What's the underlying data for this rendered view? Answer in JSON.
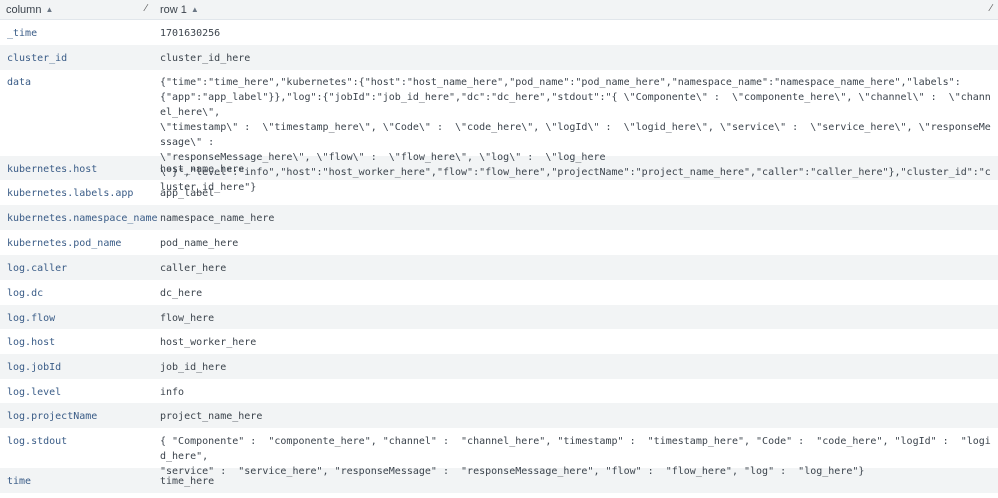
{
  "header": {
    "column_label": "column",
    "row_label": "row 1",
    "sort_icon": "sort-icon",
    "resize_icon": "resize-icon"
  },
  "rows": [
    {
      "key": "_time",
      "value": "1701630256"
    },
    {
      "key": "cluster_id",
      "value": "cluster_id_here"
    },
    {
      "key": "data",
      "value": "{\"time\":\"time_here\",\"kubernetes\":{\"host\":\"host_name_here\",\"pod_name\":\"pod_name_here\",\"namespace_name\":\"namespace_name_here\",\"labels\":\n{\"app\":\"app_label\"}},\"log\":{\"jobId\":\"job_id_here\",\"dc\":\"dc_here\",\"stdout\":\"{ \\\"Componente\\\" :  \\\"componente_here\\\", \\\"channel\\\" :  \\\"channel_here\\\",\n\\\"timestamp\\\" :  \\\"timestamp_here\\\", \\\"Code\\\" :  \\\"code_here\\\", \\\"logId\\\" :  \\\"logid_here\\\", \\\"service\\\" :  \\\"service_here\\\", \\\"responseMessage\\\" :\n\\\"responseMessage_here\\\", \\\"flow\\\" :  \\\"flow_here\\\", \\\"log\\\" :  \\\"log_here\n\\\"}\",\"level\":\"info\",\"host\":\"host_worker_here\",\"flow\":\"flow_here\",\"projectName\":\"project_name_here\",\"caller\":\"caller_here\"},\"cluster_id\":\"cluster_id_here\"}"
    },
    {
      "key": "kubernetes.host",
      "value": "host_name_here"
    },
    {
      "key": "kubernetes.labels.app",
      "value": "app_label"
    },
    {
      "key": "kubernetes.namespace_name",
      "value": "namespace_name_here"
    },
    {
      "key": "kubernetes.pod_name",
      "value": "pod_name_here"
    },
    {
      "key": "log.caller",
      "value": "caller_here"
    },
    {
      "key": "log.dc",
      "value": "dc_here"
    },
    {
      "key": "log.flow",
      "value": "flow_here"
    },
    {
      "key": "log.host",
      "value": "host_worker_here"
    },
    {
      "key": "log.jobId",
      "value": "job_id_here"
    },
    {
      "key": "log.level",
      "value": "info"
    },
    {
      "key": "log.projectName",
      "value": "project_name_here"
    },
    {
      "key": "log.stdout",
      "value": "{ \"Componente\" :  \"componente_here\", \"channel\" :  \"channel_here\", \"timestamp\" :  \"timestamp_here\", \"Code\" :  \"code_here\", \"logId\" :  \"logid_here\",\n\"service\" :  \"service_here\", \"responseMessage\" :  \"responseMessage_here\", \"flow\" :  \"flow_here\", \"log\" :  \"log_here\"}"
    },
    {
      "key": "time",
      "value": "time_here"
    }
  ]
}
